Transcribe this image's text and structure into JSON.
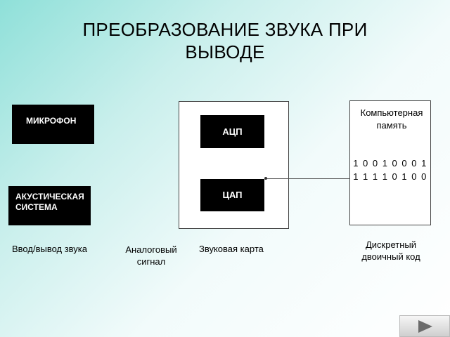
{
  "title": "ПРЕОБРАЗОВАНИЕ ЗВУКА ПРИ ВЫВОДЕ",
  "devices": {
    "microphone": "МИКРОФОН",
    "speaker_line1": "АКУСТИЧЕСКАЯ",
    "speaker_line2": "СИСТЕМА"
  },
  "sound_card": {
    "adc": "АЦП",
    "dac": "ЦАП"
  },
  "memory": {
    "label_line1": "Компьютерная",
    "label_line2": "память",
    "bits_line1": "1 0 0 1 0 0 0 1",
    "bits_line2": "1 1 1 1 0 1 0 0"
  },
  "captions": {
    "io": "Ввод/вывод звука",
    "analog_line1": "Аналоговый",
    "analog_line2": "сигнал",
    "card": "Звуковая карта",
    "code_line1": "Дискретный",
    "code_line2": "двоичный код"
  },
  "nav": {
    "next_icon": "play-arrow-icon"
  }
}
